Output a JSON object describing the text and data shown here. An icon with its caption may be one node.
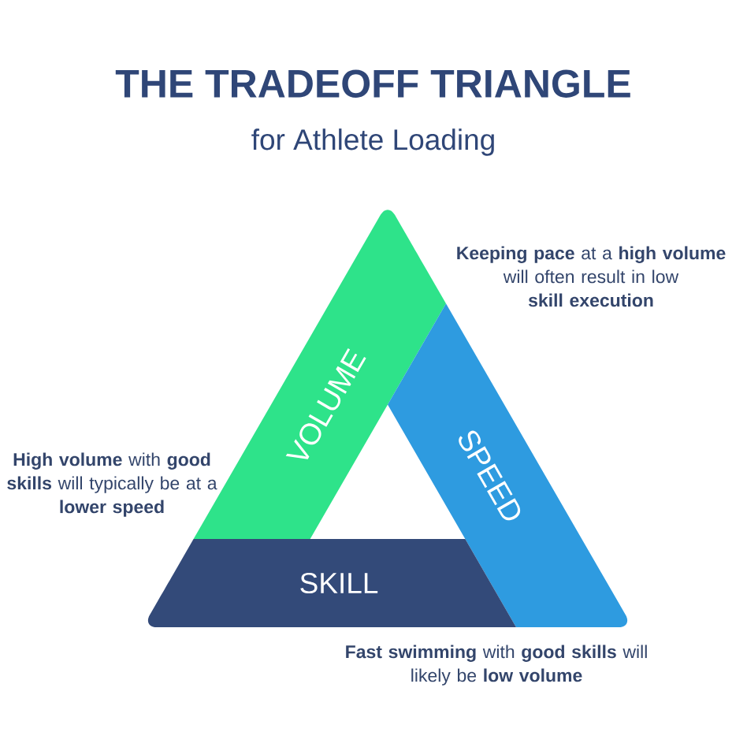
{
  "diagram": {
    "title": "THE TRADEOFF TRIANGLE",
    "nodes": [
      {
        "text": [
          "VOLUME"
        ]
      },
      {
        "text": [
          "SPEED"
        ]
      },
      {
        "text": [
          "SKILL"
        ]
      }
    ],
    "labels": [
      "for Athlete Loading",
      "**Keeping pace** at a **high volume** will often result in low **skill execution**",
      "**High volume** with **good skills** will typically be at a **lower speed**",
      "**Fast swimming** with **good skills** will likely be **low volume**"
    ]
  }
}
